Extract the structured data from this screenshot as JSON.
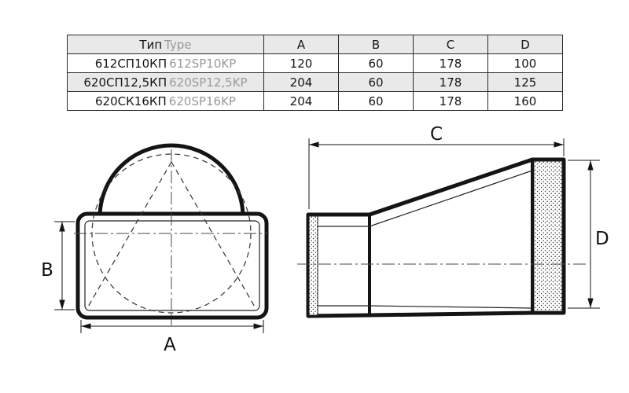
{
  "table": {
    "header": {
      "type_ru": "Тип",
      "type_en": "Type",
      "columns": [
        "A",
        "B",
        "C",
        "D"
      ]
    },
    "rows": [
      {
        "name_ru": "612СП10КП",
        "name_en": "612SP10KP",
        "a": "120",
        "b": "60",
        "c": "178",
        "d": "100"
      },
      {
        "name_ru": "620СП12,5КП",
        "name_en": "620SP12,5KP",
        "a": "204",
        "b": "60",
        "c": "178",
        "d": "125"
      },
      {
        "name_ru": "620СК16КП",
        "name_en": "620SP16KP",
        "a": "204",
        "b": "60",
        "c": "178",
        "d": "160"
      }
    ]
  },
  "drawing": {
    "dim_labels": {
      "A": "A",
      "B": "B",
      "C": "C",
      "D": "D"
    }
  }
}
